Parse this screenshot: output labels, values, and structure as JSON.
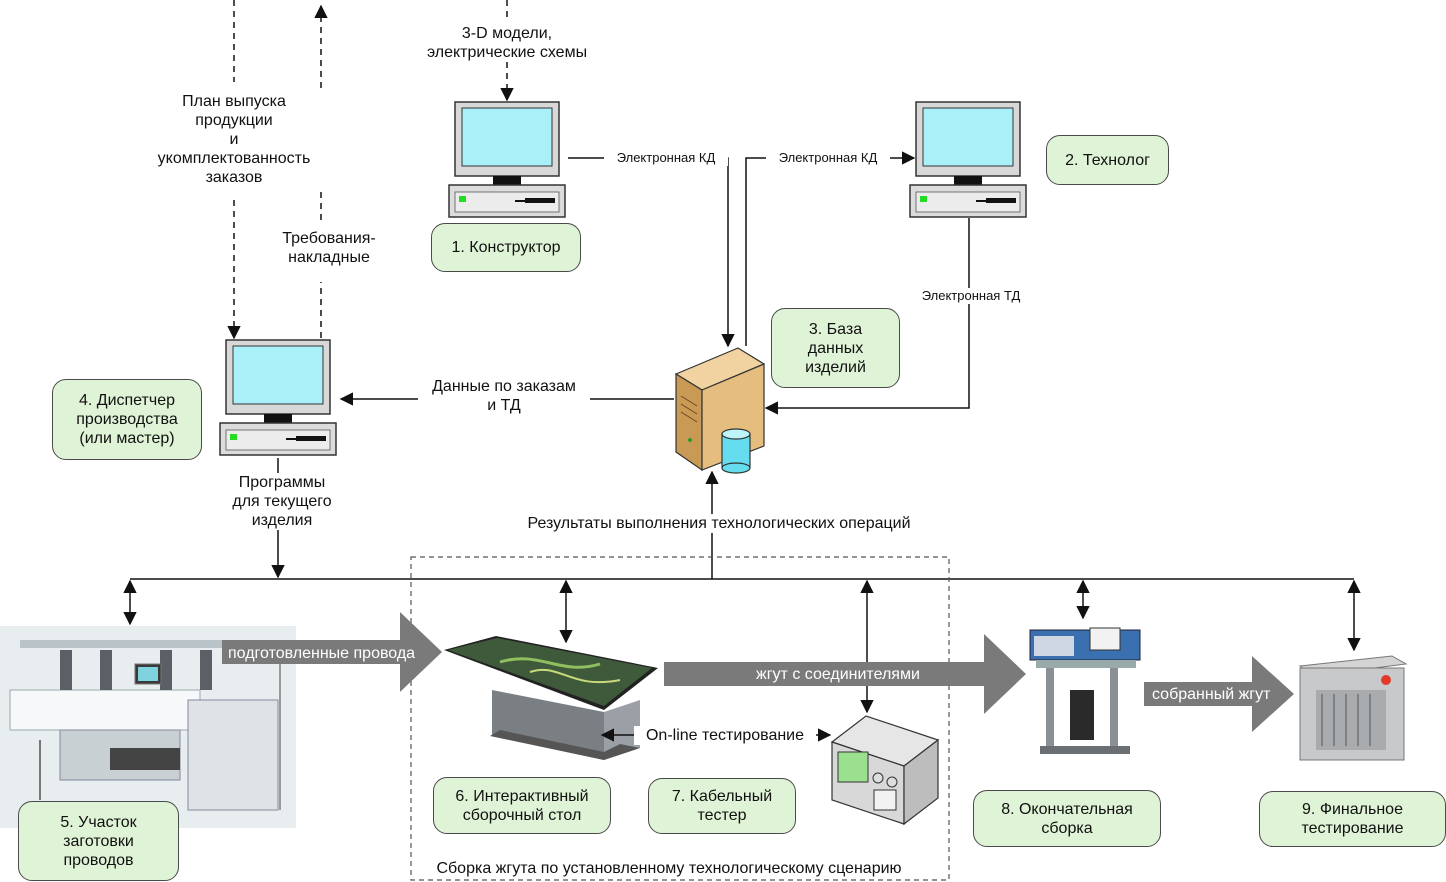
{
  "labels": {
    "models": "3-D модели,\nэлектрические схемы",
    "plan": "План выпуска\nпродукции\nи\nукомплектованность\nзаказов",
    "requirements": "Требования-\nнакладные",
    "ekd_left": "Электронная КД",
    "ekd_right": "Электронная КД",
    "etd": "Электронная ТД",
    "orders": "Данные по заказам\nи ТД",
    "programs": "Программы\nдля текущего\nизделия",
    "results": "Результаты выполнения технологических операций",
    "prepared_wires": "подготовленные провода",
    "harness_connectors": "жгут с соединителями",
    "assembled_harness": "собранный жгут",
    "online_testing": "On-line тестирование",
    "scenario": "Сборка жгута по установленному технологическому сценарию"
  },
  "roles": {
    "designer": "1. Конструктор",
    "technologist": "2. Технолог",
    "database": "3. База\nданных\nизделий",
    "dispatcher": "4. Диспетчер\nпроизводства\n(или мастер)",
    "wire_prep": "5. Участок\nзаготовки\nпроводов",
    "table": "6. Интерактивный\nсборочный стол",
    "tester": "7. Кабельный\nтестер",
    "final_assembly": "8. Окончательная\nсборка",
    "final_testing": "9. Финальное\nтестирование"
  },
  "colors": {
    "box_fill": "#dff3d6",
    "screen": "#aaf0f8",
    "server": "#e4bd7f",
    "big_arrow": "#7a7a7a"
  }
}
